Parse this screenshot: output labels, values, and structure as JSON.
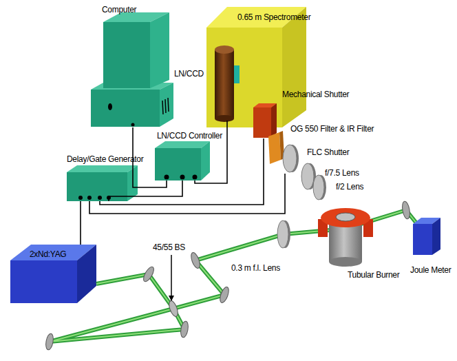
{
  "diagram": {
    "nodes": [
      {
        "text": [
          "Computer"
        ]
      },
      {
        "text": [
          "0.65 m Spectrometer"
        ]
      },
      {
        "text": [
          "LN/CCD"
        ],
        "in": 1
      },
      {
        "text": [
          "Mechanical Shutter"
        ],
        "in": 1
      },
      {
        "text": [
          "LN/CCD Controller"
        ]
      },
      {
        "text": [
          "Delay/Gate Generator"
        ]
      },
      {
        "text": [
          "FLC Shutter"
        ]
      },
      {
        "text": [
          "2xNd:YAG"
        ]
      }
    ],
    "edges": [
      {
        "from": 0,
        "to": 4,
        "arrow": "none"
      },
      {
        "from": 4,
        "to": 2,
        "arrow": "none"
      },
      {
        "from": 5,
        "to": 4,
        "arrow": "none"
      },
      {
        "from": 5,
        "to": 3,
        "arrow": "none"
      },
      {
        "from": 5,
        "to": 6,
        "arrow": "none"
      },
      {
        "from": 5,
        "to": 7,
        "arrow": "none"
      }
    ],
    "labels": [
      "OG 550 Filter & IR Filter",
      "f/7.5 Lens",
      "f/2 Lens",
      "45/55 BS",
      "0.3 m f.l. Lens",
      "Tubular Burner",
      "Joule Meter"
    ]
  }
}
